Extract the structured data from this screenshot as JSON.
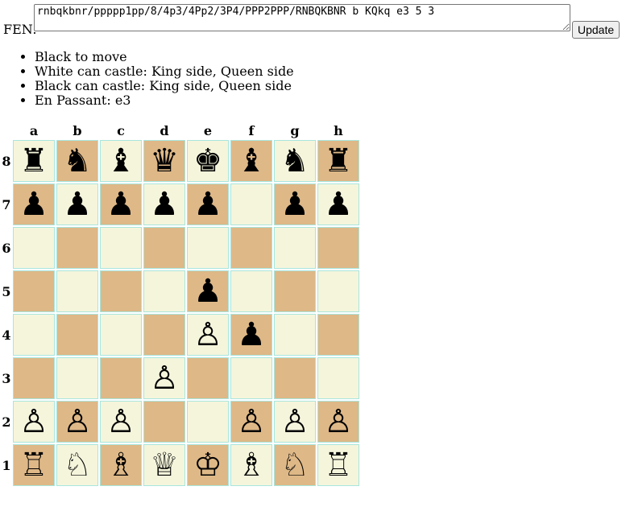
{
  "fen": {
    "label": "FEN:",
    "value": "rnbqkbnr/ppppp1pp/8/4p3/4Pp2/3P4/PPP2PPP/RNBQKBNR b KQkq e3 5 3",
    "button": "Update"
  },
  "info": [
    "Black to move",
    "White can castle: King side, Queen side",
    "Black can castle: King side, Queen side",
    "En Passant: e3"
  ],
  "board": {
    "files": [
      "a",
      "b",
      "c",
      "d",
      "e",
      "f",
      "g",
      "h"
    ],
    "ranks": [
      "8",
      "7",
      "6",
      "5",
      "4",
      "3",
      "2",
      "1"
    ],
    "light_color": "#f5f5dc",
    "dark_color": "#deb887",
    "rows": [
      [
        "♜",
        "♞",
        "♝",
        "♛",
        "♚",
        "♝",
        "♞",
        "♜"
      ],
      [
        "♟",
        "♟",
        "♟",
        "♟",
        "♟",
        "",
        "♟",
        "♟"
      ],
      [
        "",
        "",
        "",
        "",
        "",
        "",
        "",
        ""
      ],
      [
        "",
        "",
        "",
        "",
        "♟",
        "",
        "",
        ""
      ],
      [
        "",
        "",
        "",
        "",
        "♙",
        "♟",
        "",
        ""
      ],
      [
        "",
        "",
        "",
        "♙",
        "",
        "",
        "",
        ""
      ],
      [
        "♙",
        "♙",
        "♙",
        "",
        "",
        "♙",
        "♙",
        "♙"
      ],
      [
        "♖",
        "♘",
        "♗",
        "♕",
        "♔",
        "♗",
        "♘",
        "♖"
      ]
    ],
    "piece_names": {
      "♜": "black-rook-icon",
      "♞": "black-knight-icon",
      "♝": "black-bishop-icon",
      "♛": "black-queen-icon",
      "♚": "black-king-icon",
      "♟": "black-pawn-icon",
      "♖": "white-rook-icon",
      "♘": "white-knight-icon",
      "♗": "white-bishop-icon",
      "♕": "white-queen-icon",
      "♔": "white-king-icon",
      "♙": "white-pawn-icon"
    }
  }
}
